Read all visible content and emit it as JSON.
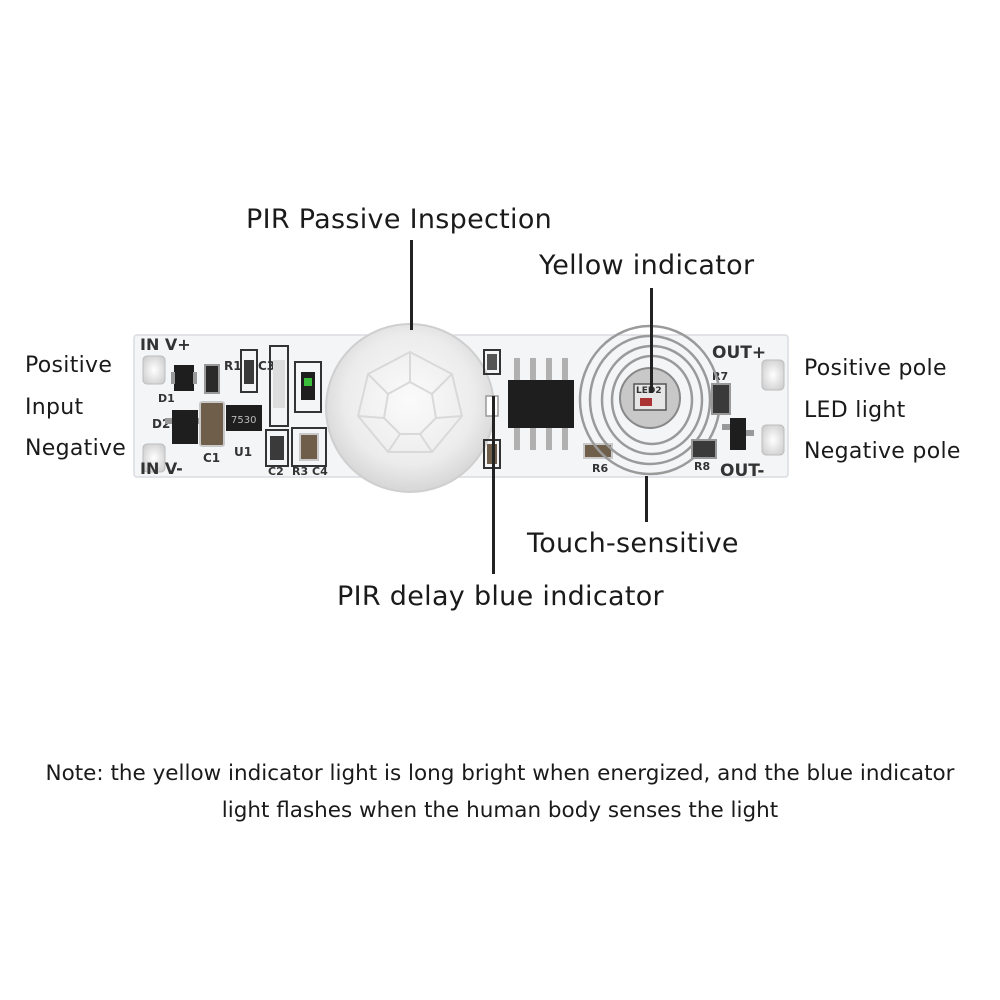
{
  "callouts": {
    "pir": "PIR Passive Inspection",
    "yellow": "Yellow indicator",
    "touch": "Touch-sensitive",
    "blue": "PIR delay blue indicator"
  },
  "input_side": {
    "positive": "Positive",
    "input": "Input",
    "negative": "Negative"
  },
  "output_side": {
    "positive": "Positive pole",
    "led": "LED light",
    "negative": "Negative pole"
  },
  "silkscreen": {
    "in_pos": "IN V+",
    "in_neg": "IN V-",
    "out_pos": "OUT+",
    "out_neg": "OUT-",
    "r1": "R1",
    "c3": "C3",
    "d1": "D1",
    "d2": "D2",
    "c1": "C1",
    "u1": "U1",
    "c2": "C2",
    "r3": "R3",
    "c4": "C4",
    "r7": "R7",
    "r6": "R6",
    "r8": "R8",
    "led2": "LED2",
    "ic": "7530"
  },
  "note": "Note: the yellow indicator light is long bright when energized, and the blue indicator light flashes when the human body senses the light",
  "colors": {
    "board": "#f4f5f7",
    "component": "#1e1e1e",
    "spring": "#9a9a9a",
    "text": "#1a1a1a"
  }
}
